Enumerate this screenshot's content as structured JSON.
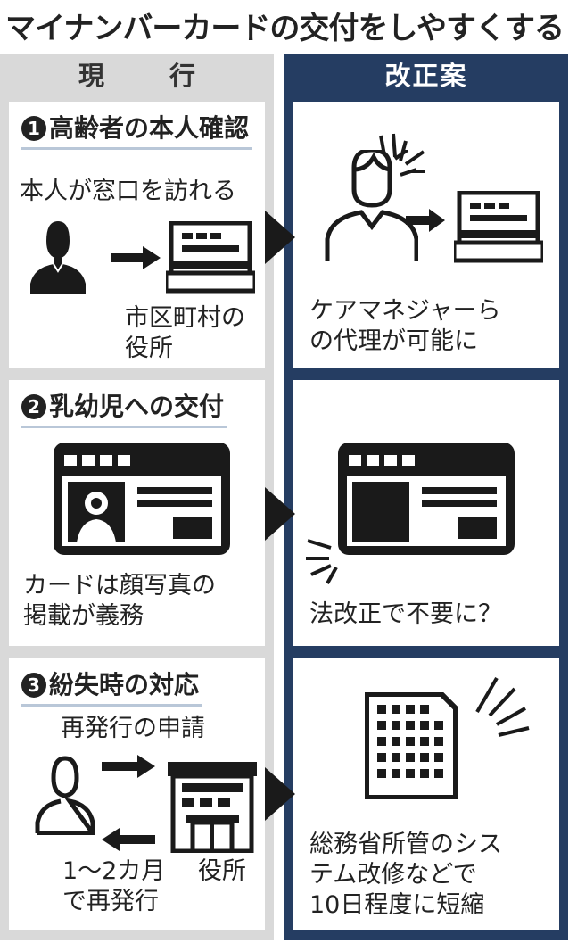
{
  "title": "マイナンバーカードの交付をしやすくする",
  "columns": {
    "current": "現　行",
    "proposed": "改正案"
  },
  "sections": [
    {
      "number": "1",
      "heading": "高齢者の本人確認",
      "current_text_top": "本人が窓口を訪れる",
      "current_text_bottom": [
        "市区町村の",
        "役所"
      ],
      "proposed_text": [
        "ケアマネジャーら",
        "の代理が可能に"
      ]
    },
    {
      "number": "2",
      "heading": "乳幼児への交付",
      "current_text_bottom": [
        "カードは顔写真の",
        "掲載が義務"
      ],
      "proposed_text": [
        "法改正で不要に？"
      ]
    },
    {
      "number": "3",
      "heading": "紛失時の対応",
      "current_text_top": "再発行の申請",
      "current_label_office": "役所",
      "current_text_bottom": [
        "1～2カ月",
        "で再発行"
      ],
      "proposed_text": [
        "総務省所管のシス",
        "テム改修などで",
        "10日程度に短縮"
      ]
    }
  ]
}
